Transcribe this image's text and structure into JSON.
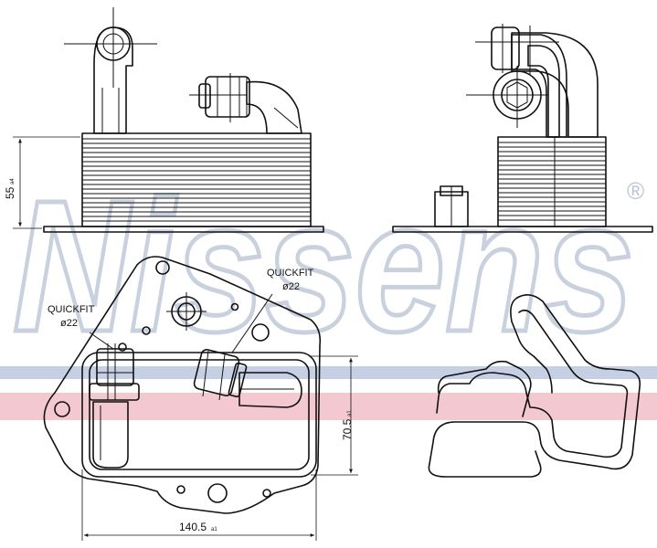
{
  "brand": {
    "watermark_text": "Nissens",
    "registered_mark": "®",
    "watermark_color": "#c9d1de",
    "stripe_blue": "#c5d0e4",
    "stripe_red": "#f3c9cf"
  },
  "dimensions": {
    "height_front": "55",
    "height_front_sub": "a4",
    "height_gasket": "70.5",
    "height_gasket_sub": "a1",
    "width": "140.5",
    "width_sub": "a1"
  },
  "callouts": {
    "left_title": "QUICKFIT",
    "left_size": "ø22",
    "right_title": "QUICKFIT",
    "right_size": "ø22"
  },
  "line_color": "#111111"
}
